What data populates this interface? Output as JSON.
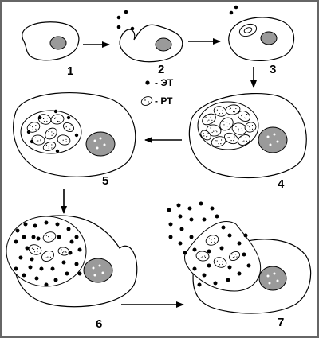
{
  "stages": [
    {
      "number": "1"
    },
    {
      "number": "2"
    },
    {
      "number": "3"
    },
    {
      "number": "4"
    },
    {
      "number": "5"
    },
    {
      "number": "6"
    },
    {
      "number": "7"
    }
  ],
  "legend": {
    "elementary_body": {
      "symbol": "elementary-body-dot-icon",
      "text": "- ЭТ"
    },
    "reticulate_body": {
      "symbol": "reticulate-body-icon",
      "text": "- РТ"
    }
  },
  "colors": {
    "nucleus": "#9a9a9a",
    "outline": "#000000",
    "border": "#666666"
  }
}
